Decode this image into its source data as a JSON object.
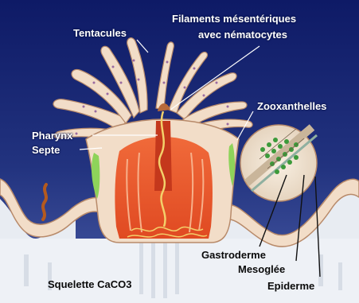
{
  "diagram": {
    "labels": {
      "tentacles": "Tentacules",
      "filaments_line1": "Filaments mésentériques",
      "filaments_line2": "avec nématocytes",
      "zooxanthellae": "Zooxanthelles",
      "pharynx": "Pharynx",
      "septum": "Septe",
      "gastroderm": "Gastroderme",
      "mesoglea": "Mesoglée",
      "epidermis": "Epiderme",
      "skeleton": "Squelette CaCO3"
    },
    "colors": {
      "water_top": "#0f1c6b",
      "water_bottom": "#3c4e9c",
      "tissue": "#f2ddc8",
      "tissue_edge": "#b88a6a",
      "gastric_cavity": "#e8542c",
      "septum_green": "#8ed35a",
      "skeleton": "#e9edf3"
    }
  }
}
